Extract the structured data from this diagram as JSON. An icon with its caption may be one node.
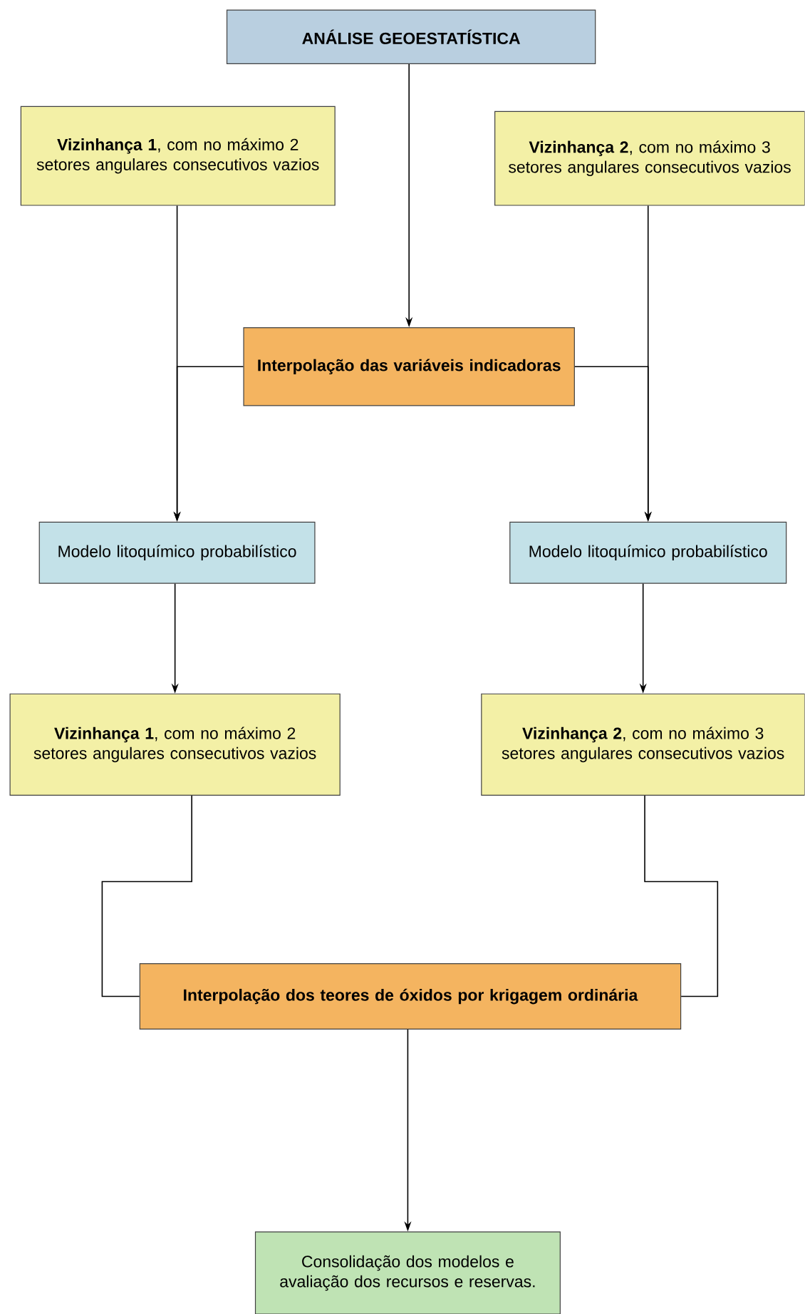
{
  "diagram": {
    "nodes": [
      {
        "text": [
          "ANÁLISE GEOESTATÍSTICA"
        ]
      },
      {
        "text": [
          "**Vizinhança 1**, com no máximo 2 setores angulares consecutivos vazios"
        ]
      },
      {
        "text": [
          "**Vizinhança 2**, com no máximo 3 setores angulares consecutivos vazios"
        ]
      },
      {
        "text": [
          "Interpolação das variáveis indicadoras"
        ]
      },
      {
        "text": [
          "Modelo litoquímico probabilístico"
        ]
      },
      {
        "text": [
          "Modelo litoquímico probabilístico"
        ]
      },
      {
        "text": [
          "**Vizinhança 1**, com no máximo 2 setores angulares consecutivos vazios"
        ]
      },
      {
        "text": [
          "**Vizinhança 2**, com no máximo 3 setores angulares consecutivos vazios"
        ]
      },
      {
        "text": [
          "Interpolação dos teores de óxidos por krigagem ordinária"
        ]
      },
      {
        "text": [
          "Consolidação dos modelos e avaliação dos recursos e reservas."
        ]
      }
    ],
    "edges": [
      {
        "from": 0,
        "to": 3,
        "arrow": "to"
      },
      {
        "from": 1,
        "to": 4,
        "arrow": "to"
      },
      {
        "from": 3,
        "to": 4,
        "arrow": "to"
      },
      {
        "from": 2,
        "to": 5,
        "arrow": "to"
      },
      {
        "from": 3,
        "to": 5,
        "arrow": "to"
      },
      {
        "from": 4,
        "to": 6,
        "arrow": "to"
      },
      {
        "from": 5,
        "to": 7,
        "arrow": "to"
      },
      {
        "from": 6,
        "to": 8,
        "arrow": "none"
      },
      {
        "from": 7,
        "to": 8,
        "arrow": "none"
      },
      {
        "from": 8,
        "to": 9,
        "arrow": "to"
      }
    ]
  }
}
